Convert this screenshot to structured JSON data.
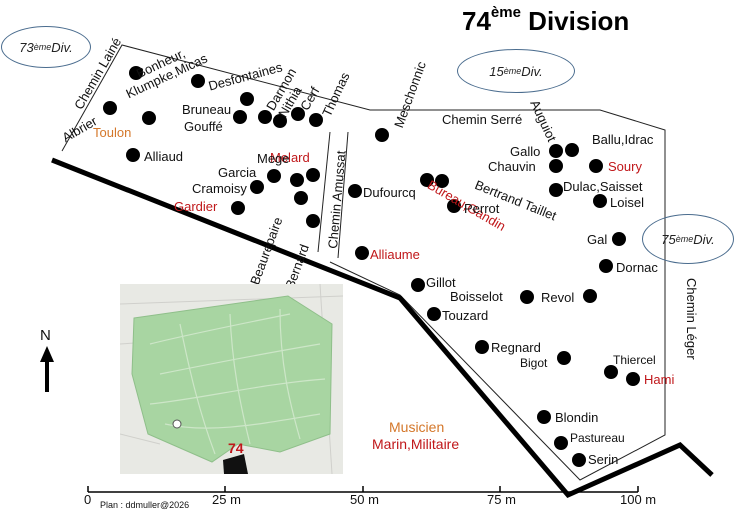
{
  "title": {
    "main": "74",
    "sup": "ème",
    "rest": " Division"
  },
  "neighbors": [
    {
      "id": "d73",
      "num": "73",
      "sup": "ème",
      "word": " Div."
    },
    {
      "id": "d15",
      "num": "15",
      "sup": "ème",
      "word": " Div."
    },
    {
      "id": "d75",
      "num": "75",
      "sup": "ème",
      "word": " Div."
    }
  ],
  "paths": {
    "chemin_laine": "Chemin Lainé",
    "chemin_serre": "Chemin Serré",
    "chemin_amussat": "Chemin Amussat",
    "chemin_leger": "Chemin Léger"
  },
  "graves": [
    {
      "name": "Bonheur,\nKlumpke,Micas",
      "color": "black"
    },
    {
      "name": "Desfontaines",
      "color": "black"
    },
    {
      "name": "Albrier",
      "color": "black"
    },
    {
      "name": "Toulon",
      "color": "orange"
    },
    {
      "name": "Alliaud",
      "color": "black"
    },
    {
      "name": "Bruneau",
      "color": "black"
    },
    {
      "name": "Gouffé",
      "color": "black"
    },
    {
      "name": "Darmon",
      "color": "black"
    },
    {
      "name": "Nithia",
      "color": "black"
    },
    {
      "name": "Cerf",
      "color": "black"
    },
    {
      "name": "Thomas",
      "color": "black"
    },
    {
      "name": "Melard",
      "color": "red"
    },
    {
      "name": "Mege",
      "color": "black"
    },
    {
      "name": "Garcia",
      "color": "black"
    },
    {
      "name": "Cramoisy",
      "color": "black"
    },
    {
      "name": "Gardier",
      "color": "red"
    },
    {
      "name": "Beaurepaire",
      "color": "black"
    },
    {
      "name": "Bernard",
      "color": "black"
    },
    {
      "name": "Meschonnic",
      "color": "black"
    },
    {
      "name": "Dufourcq",
      "color": "black"
    },
    {
      "name": "Bureau,Gandin",
      "color": "red"
    },
    {
      "name": "Bertrand Taillet",
      "color": "black"
    },
    {
      "name": "Perrot",
      "color": "black"
    },
    {
      "name": "Auguiot",
      "color": "black"
    },
    {
      "name": "Ballu,Idrac",
      "color": "black"
    },
    {
      "name": "Gallo",
      "color": "black"
    },
    {
      "name": "Chauvin",
      "color": "black"
    },
    {
      "name": "Soury",
      "color": "red"
    },
    {
      "name": "Dulac,Saisset",
      "color": "black"
    },
    {
      "name": "Loisel",
      "color": "black"
    },
    {
      "name": "Gal",
      "color": "black"
    },
    {
      "name": "Dornac",
      "color": "black"
    },
    {
      "name": "Alliaume",
      "color": "red"
    },
    {
      "name": "Gillot",
      "color": "black"
    },
    {
      "name": "Boisselot",
      "color": "black"
    },
    {
      "name": "Revol",
      "color": "black"
    },
    {
      "name": "Touzard",
      "color": "black"
    },
    {
      "name": "Regnard",
      "color": "black"
    },
    {
      "name": "Bigot",
      "color": "black"
    },
    {
      "name": "Thiercel",
      "color": "black"
    },
    {
      "name": "Hami",
      "color": "red"
    },
    {
      "name": "Blondin",
      "color": "black"
    },
    {
      "name": "Pastureau",
      "color": "black"
    },
    {
      "name": "Serin",
      "color": "black"
    }
  ],
  "legend": {
    "musicien": "Musicien",
    "marin_militaire": "Marin,Militaire"
  },
  "inset": {
    "division_label": "74"
  },
  "north": "N",
  "scale": {
    "ticks": [
      "0",
      "25 m",
      "50 m",
      "75 m",
      "100 m"
    ],
    "credit": "Plan : ddmuller@2026"
  },
  "colors": {
    "dot": "#000000",
    "red_text": "#c0171a",
    "orange_text": "#d4772a",
    "park_green": "#a8d5a2",
    "oval_border": "#4a6c8e"
  }
}
